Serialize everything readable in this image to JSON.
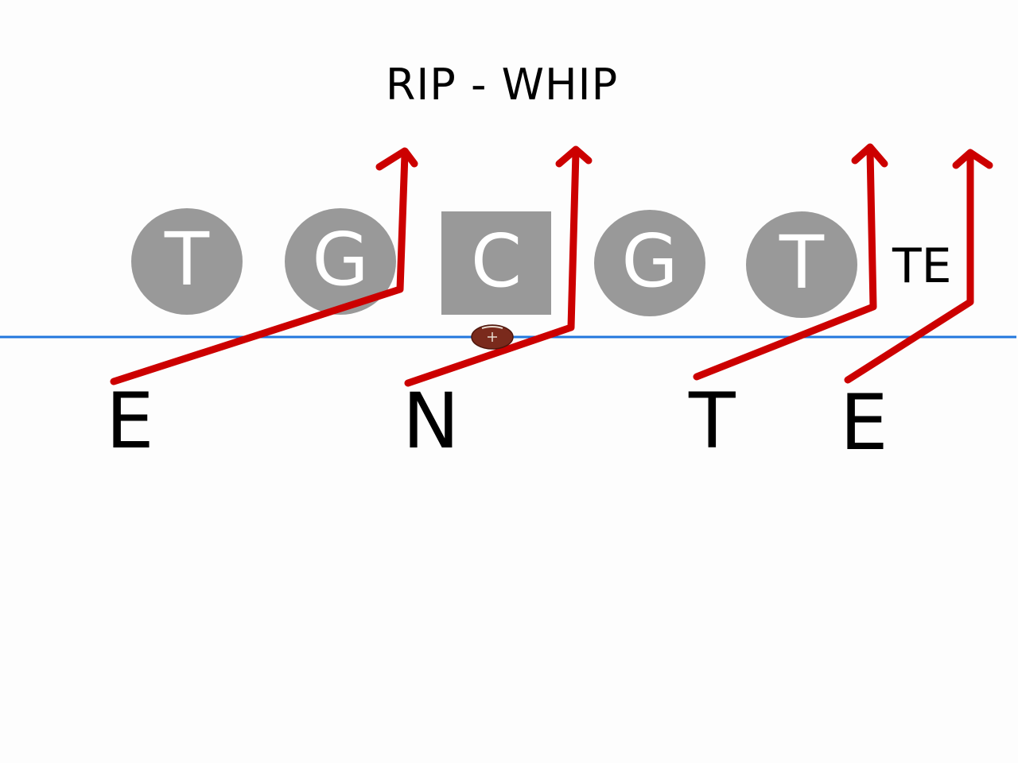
{
  "title": "RIP - WHIP",
  "offense": {
    "left_tackle": "T",
    "left_guard": "G",
    "center": "C",
    "right_guard": "G",
    "right_tackle": "T",
    "tight_end": "TE"
  },
  "defense": {
    "left_end": "E",
    "nose": "N",
    "tackle": "T",
    "right_end": "E"
  },
  "colors": {
    "player_fill": "#999999",
    "route": "#cc0000",
    "line_of_scrimmage": "#2277dd",
    "football": "#7a2a1c"
  },
  "icons": {
    "football": "football-icon"
  }
}
